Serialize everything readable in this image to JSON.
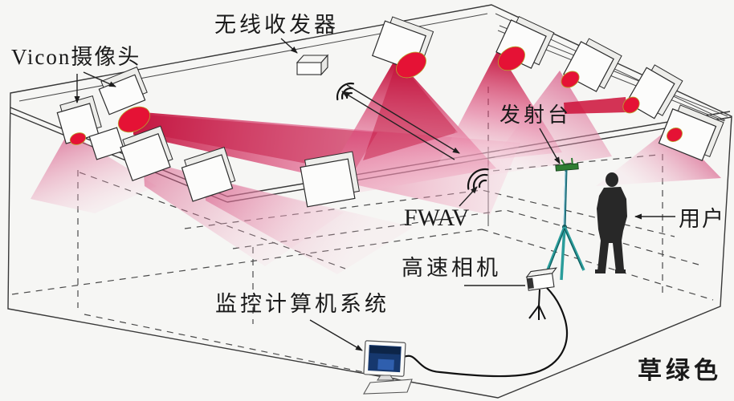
{
  "labels": {
    "vicon_camera": "Vicon摄像头",
    "wireless_transceiver": "无线收发器",
    "transmitter_station": "发射台",
    "fwav": "FWAV",
    "user": "用户",
    "high_speed_camera": "高速相机",
    "monitoring_computer_system": "监控计算机系统",
    "watermark_green": "草绿色"
  },
  "icons": {
    "wifi_signal": "three concentric arcs (radio waves)",
    "arrowhead": "small solid triangle",
    "bidirectional_link": "two parallel opposite arrows"
  },
  "colors": {
    "background": "#f6f6f4",
    "beam_red": "#c30e38",
    "beam_pink": "#f6ccdb",
    "lens_red": "#e51235",
    "line_black": "#383838",
    "tripod_teal": "#2a9d9b",
    "transmitter_green": "#2e7d32",
    "screen_blue": "#16386e",
    "person_black": "#282828",
    "watermark_green": "#5aab38"
  }
}
